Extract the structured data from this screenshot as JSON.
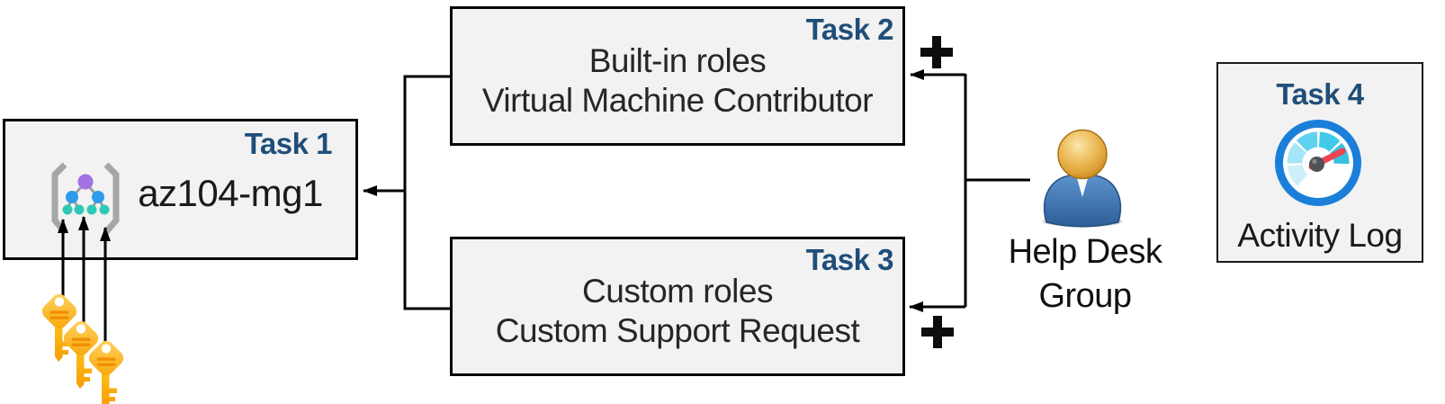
{
  "boxes": {
    "task1": {
      "badge": "Task 1",
      "title": "az104-mg1"
    },
    "task2": {
      "badge": "Task 2",
      "line1": "Built-in roles",
      "line2": "Virtual Machine Contributor"
    },
    "task3": {
      "badge": "Task 3",
      "line1": "Custom roles",
      "line2": "Custom Support Request"
    },
    "task4": {
      "badge": "Task 4",
      "caption": "Activity Log"
    }
  },
  "help_desk_group": {
    "line1": "Help Desk",
    "line2": "Group"
  },
  "icons": {
    "management_group": "org-tree-in-brackets-icon",
    "keys": "three-gold-keys-icon",
    "person": "user-bust-icon",
    "activity_log": "gauge-speedometer-icon",
    "plus": "plus-sign (CSS cross shape)",
    "arrows": "black elbow connectors with solid triangular arrowheads"
  },
  "colors": {
    "background": "#ffffff",
    "box_fill": "#f2f2f2",
    "box_border": "#060606",
    "badge_text": "#1f4e79",
    "body_text": "#262626",
    "connector": "#000000",
    "key_gold": "#fcb813",
    "key_stripe": "#ef8f00",
    "mg_purple": "#a272e2",
    "mg_blue": "#2e9ced",
    "mg_teal": "#2ec9b6",
    "mg_bracket": "#a6a6a6",
    "person_body_blue": "#3c74b0",
    "person_head_gold": "#e0a33c",
    "gauge_ring_blue": "#1b7fd9",
    "gauge_needle_red": "#ee4352"
  }
}
